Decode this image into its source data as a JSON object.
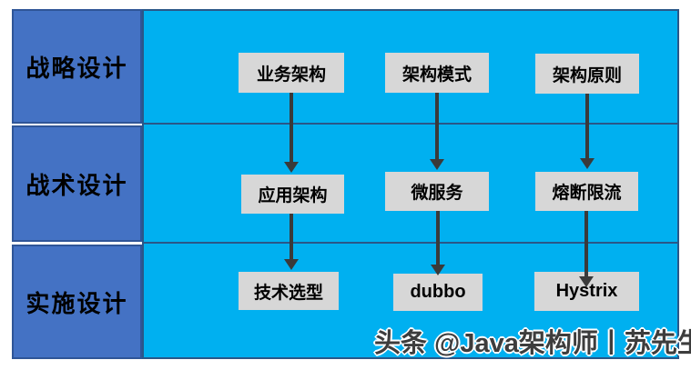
{
  "diagram": {
    "rows": [
      {
        "label": "战略设计",
        "boxes": [
          "业务架构",
          "架构模式",
          "架构原则"
        ]
      },
      {
        "label": "战术设计",
        "boxes": [
          "应用架构",
          "微服务",
          "熔断限流"
        ]
      },
      {
        "label": "实施设计",
        "boxes": [
          "技术选型",
          "dubbo",
          "Hystrix"
        ]
      }
    ],
    "watermark": "头条 @Java架构师丨苏先生",
    "colors": {
      "row_header_bg": "#4472c4",
      "row_header_border": "#2f5597",
      "content_bg": "#00b0f0",
      "content_border": "#2a5788",
      "node_bg": "#d7d7d7",
      "node_text": "#000000",
      "arrow": "#3a3a3a",
      "watermark_text": "#3d3d3d"
    }
  }
}
